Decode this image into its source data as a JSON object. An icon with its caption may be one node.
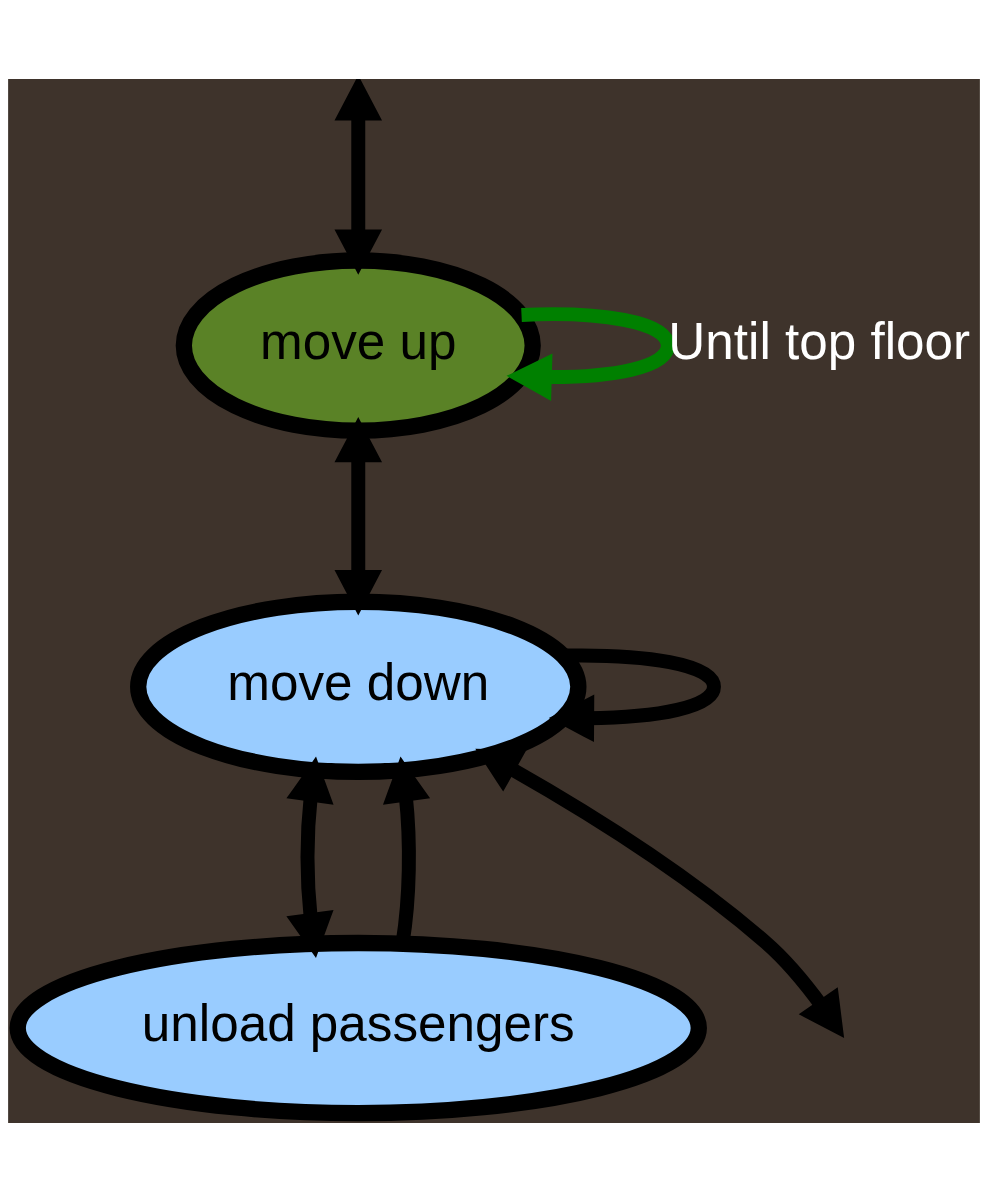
{
  "diagram": {
    "nodes": [
      {
        "text": [
          "move up"
        ]
      },
      {
        "text": [
          "unload passengers"
        ]
      },
      {
        "text": [
          "move down"
        ]
      }
    ],
    "edges": [
      {
        "from": null,
        "to": 0,
        "arrow": "both"
      },
      {
        "from": 0,
        "to": 0,
        "arrow": "to",
        "label": "Until top floor",
        "color": "#008000"
      },
      {
        "from": 0,
        "to": 2,
        "arrow": "both"
      },
      {
        "from": 2,
        "to": 1,
        "arrow": "both"
      },
      {
        "from": 1,
        "to": 2,
        "arrow": "to"
      },
      {
        "from": 2,
        "to": 2,
        "arrow": "to"
      },
      {
        "from": 2,
        "to": null,
        "arrow": "both"
      }
    ]
  }
}
